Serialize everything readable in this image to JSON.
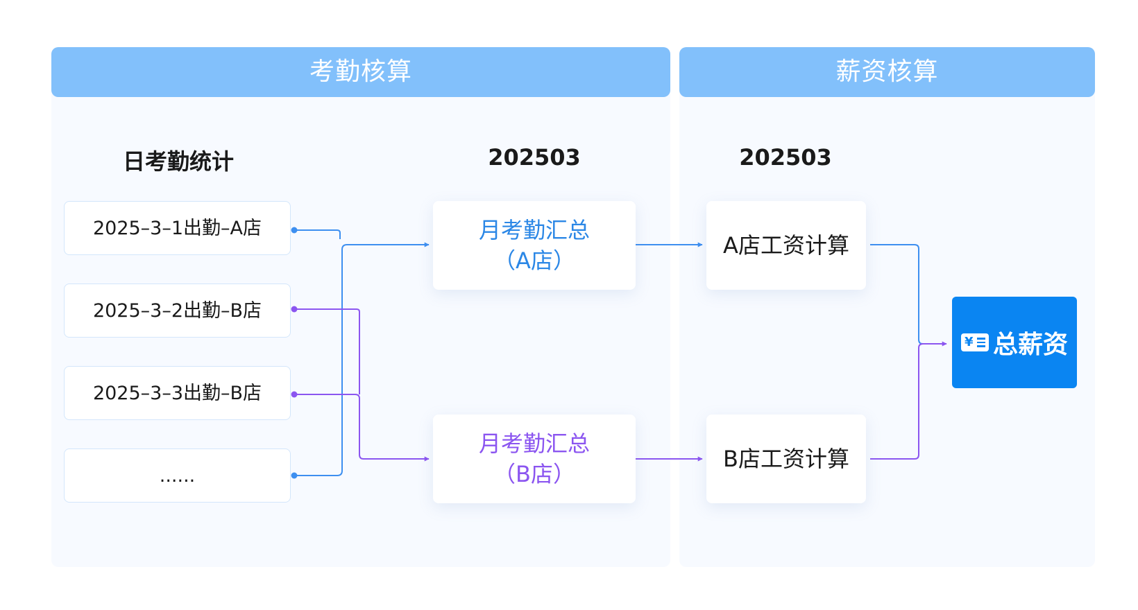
{
  "panels": {
    "attendance": {
      "title": "考勤核算"
    },
    "salary": {
      "title": "薪资核算"
    }
  },
  "columns": {
    "daily": "日考勤统计",
    "monthly_period": "202503",
    "salary_period": "202503"
  },
  "daily_records": [
    "2025–3–1出勤–A店",
    "2025–3–2出勤–B店",
    "2025–3–3出勤–B店",
    "......"
  ],
  "monthly_summaries": [
    {
      "line1": "月考勤汇总",
      "line2": "（A店）"
    },
    {
      "line1": "月考勤汇总",
      "line2": "（B店）"
    }
  ],
  "salary_calcs": [
    "A店工资计算",
    "B店工资计算"
  ],
  "total": {
    "label": "总薪资",
    "icon": "yen-ticket-icon",
    "icon_symbol": "¥"
  },
  "colors": {
    "header": "#82c0fb",
    "panel_bg": "#f7faff",
    "flow_blue": "#3d8ff0",
    "flow_purple": "#8b55f0",
    "total_bg": "#0a85f2"
  }
}
